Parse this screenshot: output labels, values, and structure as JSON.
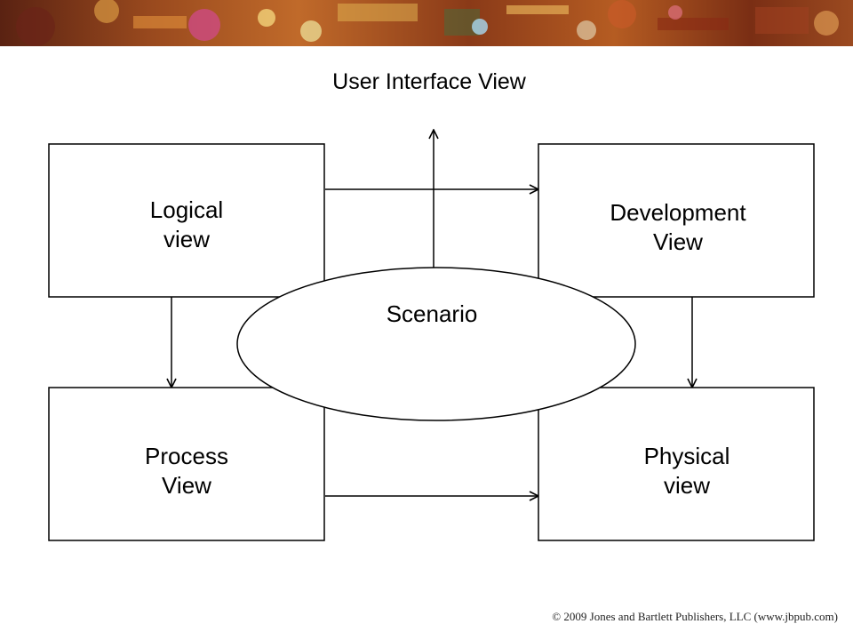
{
  "user_interface_view": "User Interface View",
  "boxes": {
    "logical": [
      "Logical",
      "view"
    ],
    "development": [
      "Development",
      "View"
    ],
    "process": [
      "Process",
      "View"
    ],
    "physical": [
      "Physical",
      "view"
    ]
  },
  "scenario": "Scenario",
  "copyright": "© 2009 Jones and Bartlett Publishers, LLC (www.jbpub.com)"
}
